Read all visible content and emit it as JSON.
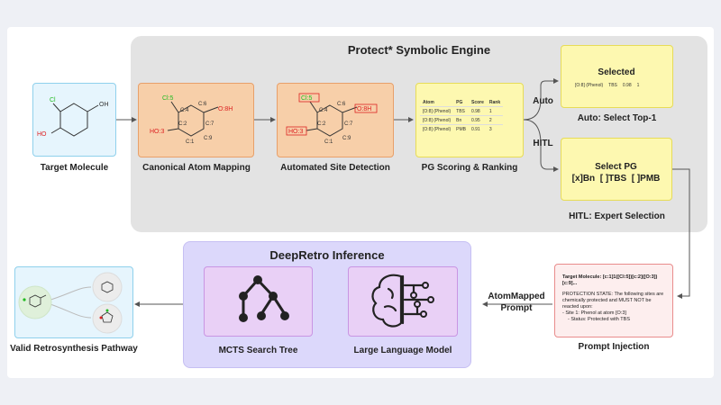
{
  "engine": {
    "title": "Protect* Symbolic Engine"
  },
  "nodes": {
    "target": {
      "label": "Target Molecule",
      "atoms": {
        "cl": "Cl",
        "oh_right": "OH",
        "ho_left": "HO"
      }
    },
    "mapping": {
      "label": "Canonical Atom Mapping",
      "atoms": {
        "cl5": "Cl:5",
        "c4": "C:4",
        "c6": "C:6",
        "o8h": "O:8H",
        "ho3": "HO:3",
        "c2": "C:2",
        "c1": "C:1",
        "c9": "C:9",
        "c7": "C:7"
      }
    },
    "site": {
      "label": "Automated Site Detection",
      "atoms": {
        "cl5": "Cl:5",
        "c4": "C:4",
        "c6": "C:6",
        "o8h": "O:8H",
        "ho3": "HO:3",
        "c2": "C:2",
        "c1": "C:1",
        "c9": "C:9",
        "c7": "C:7"
      }
    },
    "scoring": {
      "label": "PG Scoring & Ranking",
      "headers": [
        "Atom",
        "PG",
        "Score",
        "Rank"
      ],
      "rows": [
        [
          "[O:8] (Phenol)",
          "TBS",
          "0.98",
          "1"
        ],
        [
          "[O:8] (Phenol)",
          "Bn",
          "0.95",
          "2"
        ],
        [
          "[O:8] (Phenol)",
          "PMB",
          "0.91",
          "3"
        ]
      ]
    },
    "selected": {
      "title": "Selected",
      "row": [
        "[O:8] (Phenol)",
        "TBS",
        "0.98",
        "1"
      ],
      "label": "Auto: Select Top-1"
    },
    "select_pg": {
      "title": "Select PG",
      "options": "[x]Bn  [ ]TBS  [ ]PMB",
      "label": "HITL: Expert Selection"
    },
    "prompt": {
      "label": "Prompt Injection",
      "target_line": "Target Molecule: [c:1]1([Cl:5])[c:2]([O:3])[c:9]...",
      "state_line": "PROTECTION STATE: The following sites are chemically protected and MUST NOT be reacted upon:",
      "site_line": "- Site 1: Phenol at atom [O:3]",
      "status_line": "-   Status: Protected with TBS"
    },
    "deepretro": {
      "title": "DeepRetro Inference",
      "mcts_label": "MCTS Search Tree",
      "llm_label": "Large Language Model"
    },
    "valid": {
      "label": "Valid Retrosynthesis Pathway"
    }
  },
  "edges": {
    "auto": "Auto",
    "hitl": "HITL",
    "atommapped": "AtomMapped Prompt"
  },
  "colors": {
    "blue_fill": "#e6f5fd",
    "orange_fill": "#f7cfa9",
    "yellow_fill": "#fdf8b0",
    "pink_fill": "#fdeeee",
    "violet_fill": "#e9d0f6",
    "deepretro_fill": "#dcd8fb",
    "engine_fill": "#e3e3e3",
    "chlorine": "#22bb22",
    "oxygen": "#dd2222"
  },
  "icons": {
    "mcts": "tree-graph-icon",
    "llm": "brain-circuit-icon"
  }
}
